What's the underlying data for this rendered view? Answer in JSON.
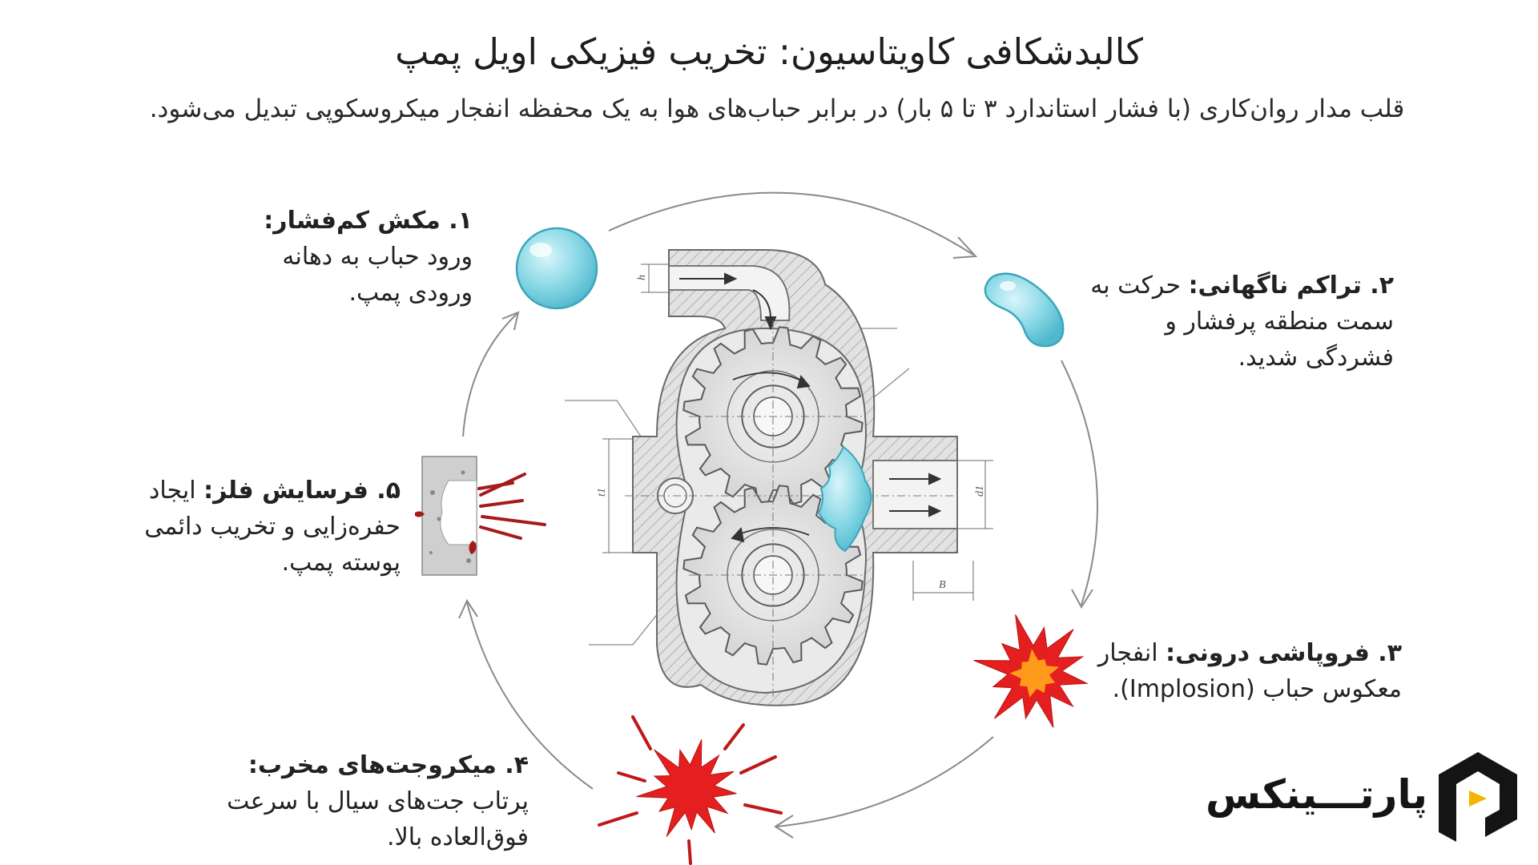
{
  "title": "کالبدشکافی کاویتاسیون: تخریب فیزیکی اویل پمپ",
  "subtitle": "قلب مدار روان‌کاری (با فشار استاندارد ۳ تا ۵ بار) در برابر حباب‌های هوا به یک محفظه انفجار میکروسکوپی تبدیل می‌شود.",
  "steps": [
    {
      "head": "۱. مکش کم‌فشار:",
      "body": "ورود حباب به دهانه ورودی پمپ."
    },
    {
      "head": "۲. تراکم ناگهانی:",
      "body": "حرکت به سمت منطقه پرفشار و فشردگی شدید."
    },
    {
      "head": "۳. فروپاشی درونی:",
      "body": "انفجار معکوس حباب (Implosion)."
    },
    {
      "head": "۴. میکروجت‌های مخرب:",
      "body": "پرتاب جت‌های سیال با سرعت فوق‌العاده بالا."
    },
    {
      "head": "۵. فرسایش فلز:",
      "body": "ایجاد حفره‌زایی و تخریب دائمی پوسته پمپ."
    }
  ],
  "dimension_labels": {
    "h": "h",
    "t1": "t1",
    "d1": "d1",
    "b": "B"
  },
  "logo": {
    "text": "پارتـــینکس"
  },
  "colors": {
    "bubble": "#7ed3e0",
    "bubble_stroke": "#3aa6bb",
    "explosion_red": "#e51f1f",
    "explosion_orange": "#ff9a1a",
    "damage_red": "#a51a1a",
    "housing_gray": "#d9d9d9",
    "line_gray": "#8a8a8a"
  }
}
